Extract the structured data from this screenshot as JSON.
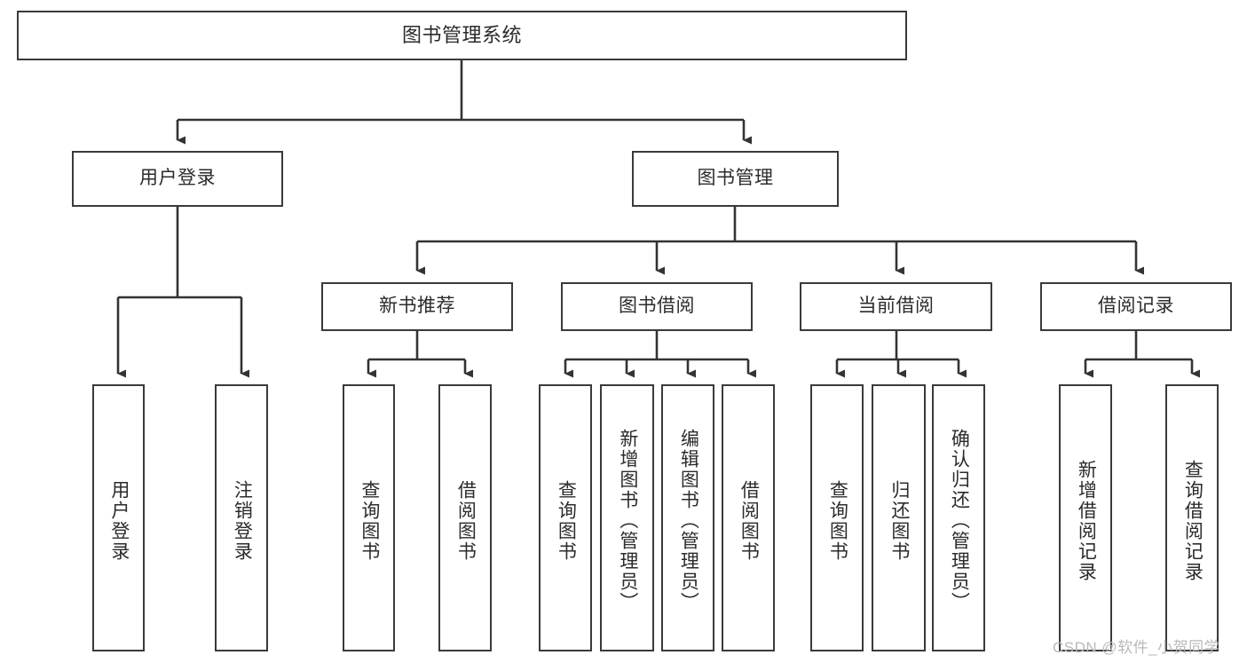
{
  "diagram": {
    "type": "tree",
    "title": "图书管理系统",
    "root": {
      "id": "root",
      "label": "图书管理系统"
    },
    "level2": [
      {
        "id": "user-login",
        "label": "用户登录"
      },
      {
        "id": "book-management",
        "label": "图书管理"
      }
    ],
    "level3": [
      {
        "id": "new-book-recommend",
        "label": "新书推荐",
        "parent": "book-management"
      },
      {
        "id": "book-borrow",
        "label": "图书借阅",
        "parent": "book-management"
      },
      {
        "id": "current-borrow",
        "label": "当前借阅",
        "parent": "book-management"
      },
      {
        "id": "borrow-record",
        "label": "借阅记录",
        "parent": "book-management"
      }
    ],
    "leaves": [
      {
        "id": "leaf-user-login",
        "label": "用户登录",
        "parent": "user-login"
      },
      {
        "id": "leaf-logout-login",
        "label": "注销登录",
        "parent": "user-login"
      },
      {
        "id": "leaf-query-book-1",
        "label": "查询图书",
        "parent": "new-book-recommend"
      },
      {
        "id": "leaf-borrow-book-1",
        "label": "借阅图书",
        "parent": "new-book-recommend"
      },
      {
        "id": "leaf-query-book-2",
        "label": "查询图书",
        "parent": "book-borrow"
      },
      {
        "id": "leaf-add-book",
        "label": "新增图书（管理员）",
        "parent": "book-borrow"
      },
      {
        "id": "leaf-edit-book",
        "label": "编辑图书（管理员）",
        "parent": "book-borrow"
      },
      {
        "id": "leaf-borrow-book-2",
        "label": "借阅图书",
        "parent": "book-borrow"
      },
      {
        "id": "leaf-query-book-3",
        "label": "查询图书",
        "parent": "current-borrow"
      },
      {
        "id": "leaf-return-book",
        "label": "归还图书",
        "parent": "current-borrow"
      },
      {
        "id": "leaf-confirm-return",
        "label": "确认归还（管理员）",
        "parent": "current-borrow"
      },
      {
        "id": "leaf-add-record",
        "label": "新增借阅记录",
        "parent": "borrow-record"
      },
      {
        "id": "leaf-query-record",
        "label": "查询借阅记录",
        "parent": "borrow-record"
      }
    ],
    "colors": {
      "box_border": "#3a3a3a",
      "box_fill": "#ffffff",
      "connector": "#333333",
      "text": "#2b2b2b",
      "watermark": "#b9b9b9",
      "background": "#ffffff"
    }
  },
  "watermark": {
    "text": "CSDN @软件_小贺同学"
  }
}
